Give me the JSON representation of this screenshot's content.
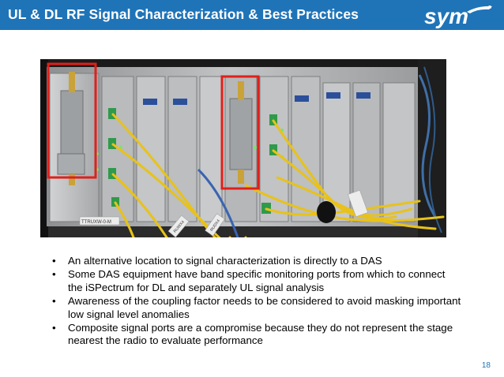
{
  "header": {
    "title": "UL & DL RF Signal Characterization & Best Practices",
    "background": "#1f74b8",
    "logo_text": "sym"
  },
  "photo": {
    "subject": "DAS equipment rack with coupler modules highlighted by red boxes and yellow fiber cables",
    "highlight_color": "#e0201a",
    "rack_labels": [
      "TTRUXW-0-M",
      "RUWX4",
      "RUDX4"
    ]
  },
  "bullets": [
    "An alternative location to signal characterization is directly to a DAS",
    "Some DAS equipment have band specific monitoring ports from which to connect the iSPectrum for DL and separately UL signal analysis",
    "Awareness of the coupling factor needs to be considered to avoid masking important low signal level anomalies",
    "Composite signal ports are a compromise because they do not represent the stage nearest the radio to evaluate performance"
  ],
  "page_number": "18"
}
